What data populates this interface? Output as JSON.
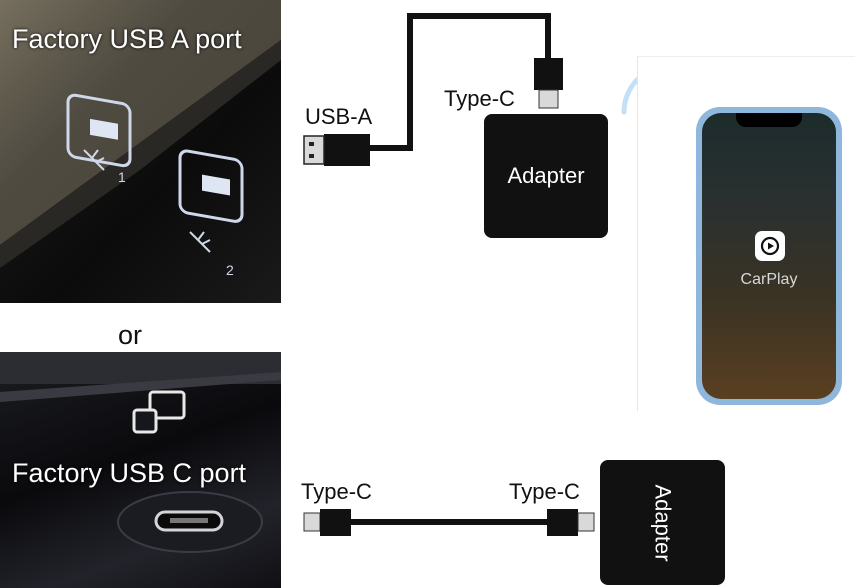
{
  "photos": {
    "usb_a": {
      "title": "Factory USB A port",
      "port_numbers": [
        "1",
        "2"
      ]
    },
    "usb_c": {
      "title": "Factory USB C port"
    }
  },
  "separator": {
    "text": "or"
  },
  "top_connection": {
    "left_connector_label": "USB-A",
    "right_connector_label": "Type-C",
    "adapter_label": "Adapter"
  },
  "bottom_connection": {
    "left_connector_label": "Type-C",
    "right_connector_label": "Type-C",
    "adapter_label": "Adapter"
  },
  "phone": {
    "app_label": "CarPlay"
  },
  "colors": {
    "cable": "#111111",
    "adapter": "#111111",
    "phone_frame": "#8fb7dc",
    "wifi_signal": "#5aa9e6",
    "plug_metal": "#d9d9d9"
  },
  "icons": [
    "wifi-signal-icon",
    "carplay-icon",
    "usb-symbol-icon",
    "phone-link-icon"
  ]
}
